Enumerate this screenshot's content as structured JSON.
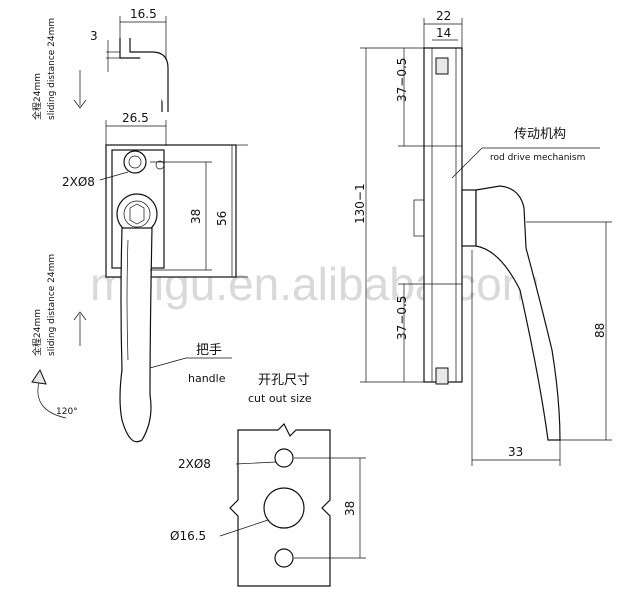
{
  "watermark": "meigu.en.alibaba.com",
  "front_view": {
    "dim_top_width": "16.5",
    "dim_hook": "3",
    "dim_plate_width": "26.5",
    "holes_label": "2XØ8",
    "dim_hole_spacing": "38",
    "dim_plate_height": "56",
    "sliding_top_cn": "全程24mm",
    "sliding_top_en": "sliding distance 24mm",
    "sliding_bottom_cn": "全程24mm",
    "sliding_bottom_en": "sliding distance 24mm",
    "handle_cn": "把手",
    "handle_en": "handle",
    "rotation": "120°"
  },
  "side_view": {
    "dim_width": "22",
    "dim_inner": "14",
    "dim_upper": "37−0.5",
    "dim_total": "130−1",
    "dim_lower": "37−0.5",
    "rod_cn": "传动机构",
    "rod_en": "rod drive mechanism",
    "dim_handle_height": "88",
    "dim_handle_reach": "33"
  },
  "cutout": {
    "title_cn": "开孔尺寸",
    "title_en": "cut out size",
    "holes_label": "2XØ8",
    "center_hole_label": "Ø16.5",
    "dim_spacing": "38"
  }
}
